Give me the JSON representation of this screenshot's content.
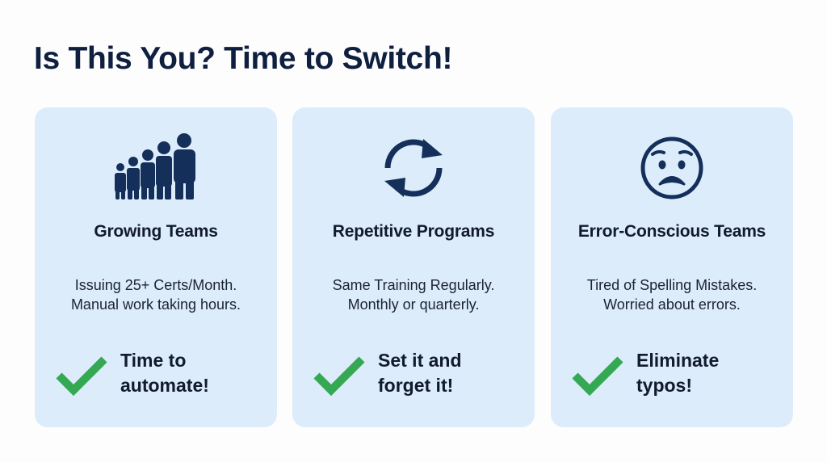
{
  "page": {
    "title": "Is This You? Time to Switch!"
  },
  "colors": {
    "card_bg": "#dcecfa",
    "icon": "#14305a",
    "check": "#34a853",
    "text": "#111a2e"
  },
  "cards": [
    {
      "icon": "growing-people-icon",
      "title": "Growing Teams",
      "desc_lines": [
        "Issuing 25+ Certs/Month.",
        "Manual work taking hours."
      ],
      "callout_icon": "checkmark-icon",
      "callout_lines": [
        "Time to",
        "automate!"
      ]
    },
    {
      "icon": "refresh-cycle-icon",
      "title": "Repetitive Programs",
      "desc_lines": [
        "Same Training Regularly.",
        "Monthly or quarterly."
      ],
      "callout_icon": "checkmark-icon",
      "callout_lines": [
        "Set it and",
        "forget it!"
      ]
    },
    {
      "icon": "worried-face-icon",
      "title": "Error-Conscious Teams",
      "desc_lines": [
        "Tired of Spelling Mistakes.",
        "Worried about errors."
      ],
      "callout_icon": "checkmark-icon",
      "callout_lines": [
        "Eliminate",
        "typos!"
      ]
    }
  ]
}
